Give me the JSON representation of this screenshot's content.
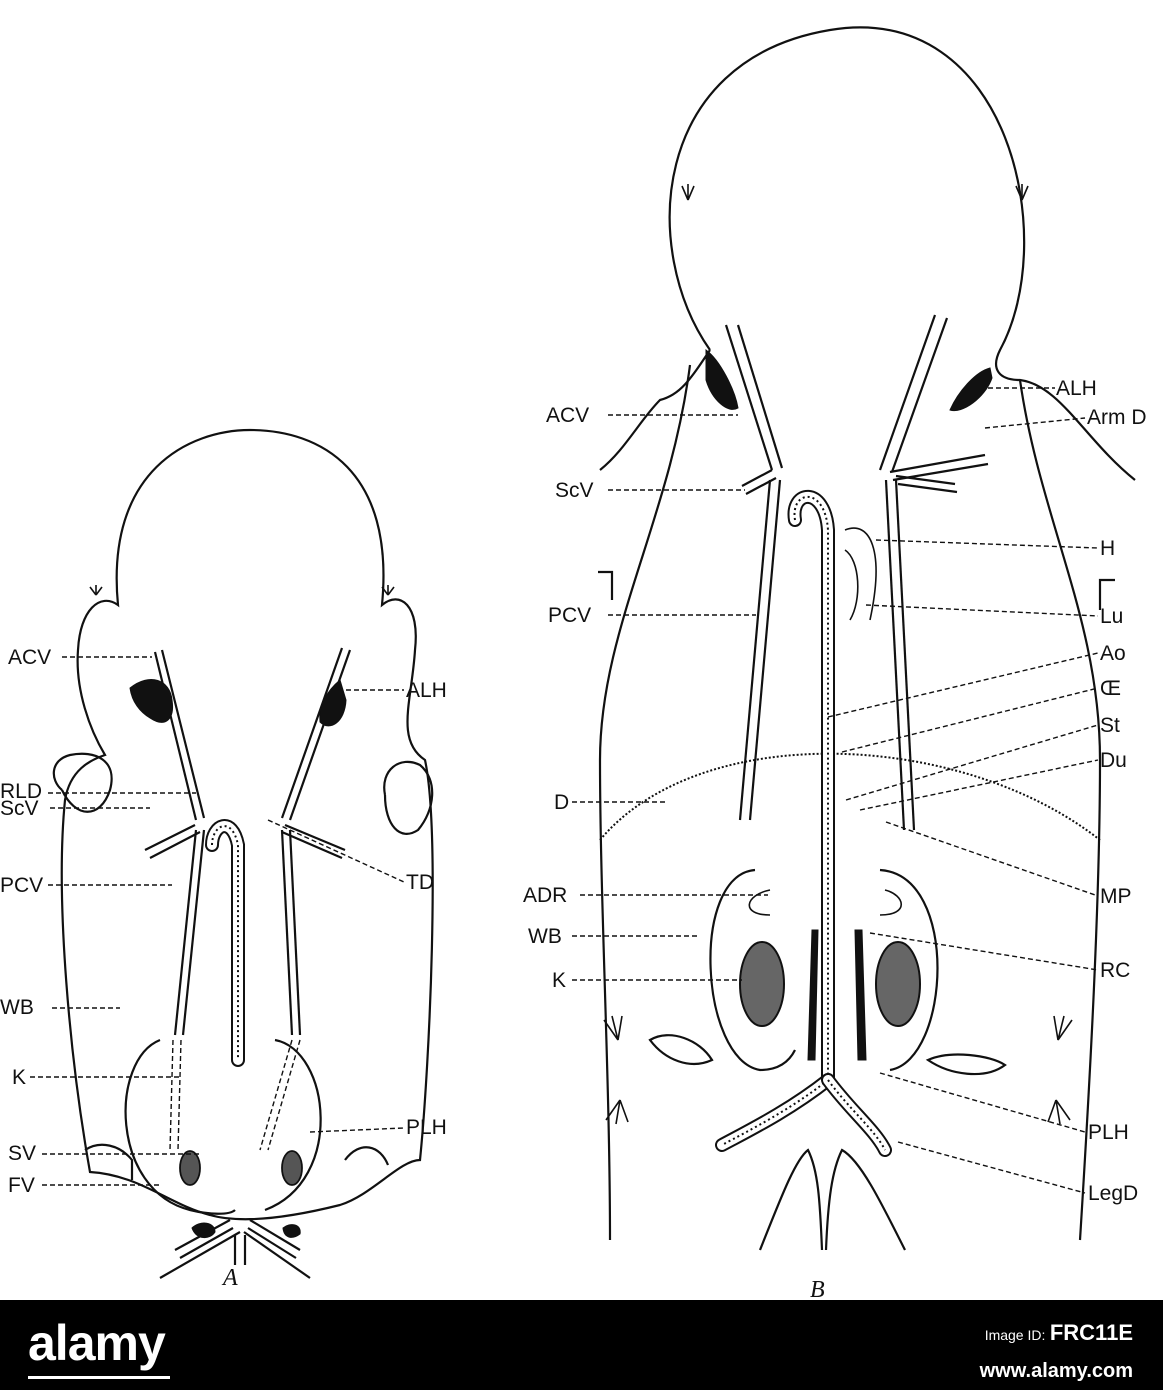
{
  "figure": {
    "panel_a": {
      "caption": "A",
      "labels": {
        "acv": "ACV",
        "rld": "RLD",
        "scv": "ScV",
        "pcv": "PCV",
        "wb": "WB",
        "k": "K",
        "sv": "SV",
        "fv": "FV",
        "alh": "ALH",
        "td": "TD",
        "plh": "PLH"
      }
    },
    "panel_b": {
      "caption": "B",
      "labels": {
        "acv": "ACV",
        "scv": "ScV",
        "pcv": "PCV",
        "d": "D",
        "adr": "ADR",
        "wb": "WB",
        "k": "K",
        "alh": "ALH",
        "armd": "Arm D",
        "h": "H",
        "lu": "Lu",
        "ao": "Ao",
        "oe": "Œ",
        "st": "St",
        "du": "Du",
        "mp": "MP",
        "rc": "RC",
        "plh": "PLH",
        "legd": "LegD"
      }
    }
  },
  "footer": {
    "brand": "alamy",
    "image_id_label": "Image ID:",
    "image_id": "FRC11E",
    "url": "www.alamy.com"
  }
}
